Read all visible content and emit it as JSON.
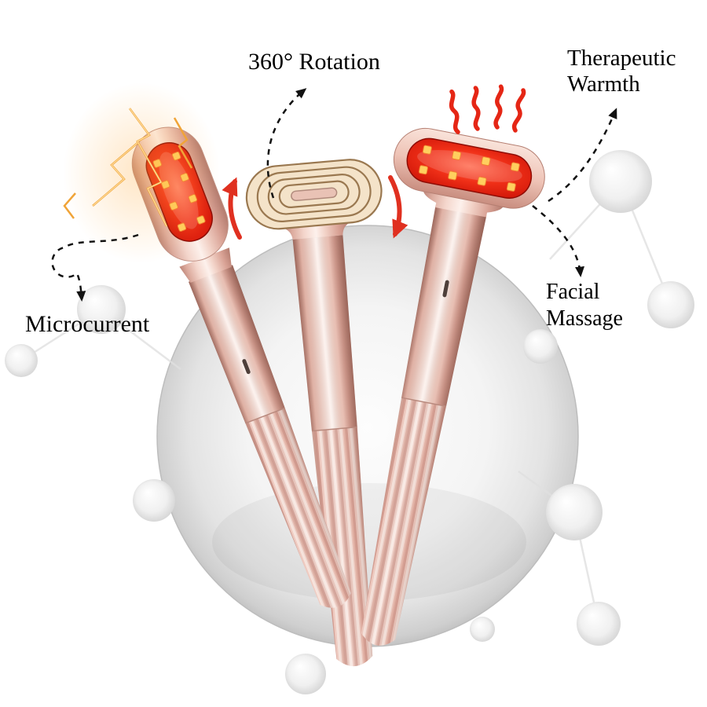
{
  "annotations": {
    "rotation": "360° Rotation",
    "warmth": "Therapeutic Warmth",
    "microcurrent": "Microcurrent",
    "massage": "Facial Massage"
  },
  "icons": {
    "heat_waves": "heat-waves-icon",
    "electric_spark": "electric-spark-icon",
    "rotation_arrows": "rotation-arrow-icons",
    "dashed_pointer_arrows": "dashed-arrow-icons"
  },
  "colors": {
    "text": "#000000",
    "device_rose_gold": "#ecc5b9",
    "led_panel_red": "#e81c0e",
    "led_dot_amber": "#ffcf5e",
    "rotation_arrow_red": "#e03020",
    "heat_wave_red": "#e52615",
    "spark_orange": "#f0a438",
    "coil_gold": "#a8835c",
    "background": "#ffffff",
    "circle_gray": "#d9d9d9",
    "sphere_gray": "#e8e8e8"
  }
}
